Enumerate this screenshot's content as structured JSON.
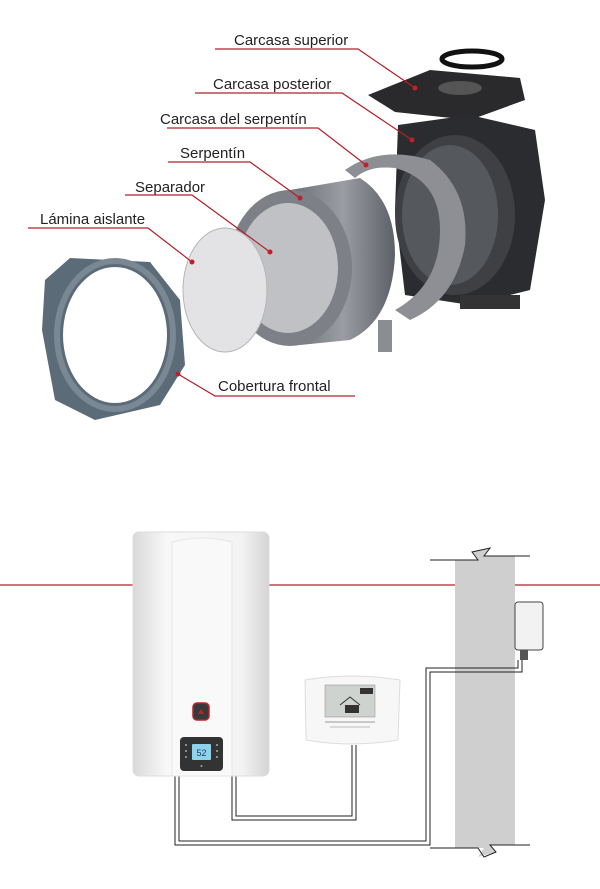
{
  "exploded_view": {
    "labels": [
      {
        "id": "carcasa-superior",
        "text": "Carcasa superior"
      },
      {
        "id": "carcasa-posterior",
        "text": "Carcasa posterior"
      },
      {
        "id": "carcasa-serpentin",
        "text": "Carcasa del serpentín"
      },
      {
        "id": "serpentin",
        "text": "Serpentín"
      },
      {
        "id": "separador",
        "text": "Separador"
      },
      {
        "id": "lamina-aislante",
        "text": "Lámina aislante"
      },
      {
        "id": "cobertura-frontal",
        "text": "Cobertura frontal"
      }
    ]
  },
  "installation": {
    "boiler_display_value": "52",
    "colors": {
      "accent": "#b0202a",
      "wall": "#cfcfcf",
      "boiler": "#f4f4f4"
    }
  }
}
